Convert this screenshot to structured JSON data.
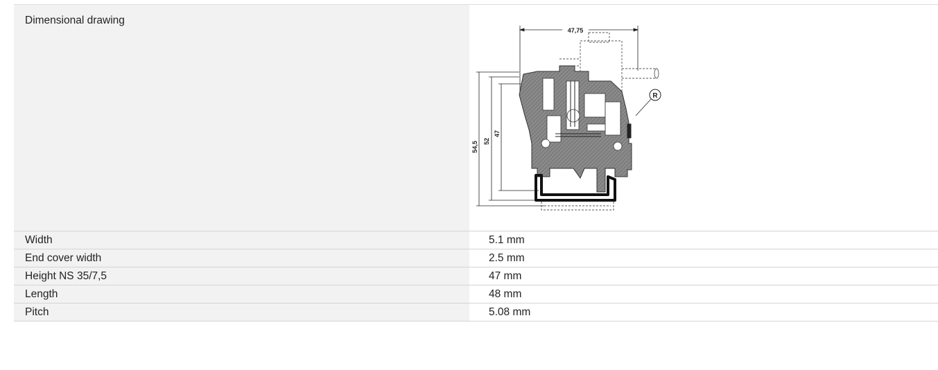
{
  "drawing_row": {
    "label": "Dimensional drawing",
    "dim_width": "47,75",
    "dim_h1": "54,5",
    "dim_h2": "52",
    "dim_h3": "47",
    "mark_r": "R"
  },
  "specs": [
    {
      "label": "Width",
      "value": "5.1 mm"
    },
    {
      "label": "End cover width",
      "value": "2.5 mm"
    },
    {
      "label": "Height NS 35/7,5",
      "value": "47 mm"
    },
    {
      "label": "Length",
      "value": "48 mm"
    },
    {
      "label": "Pitch",
      "value": "5.08 mm"
    }
  ]
}
